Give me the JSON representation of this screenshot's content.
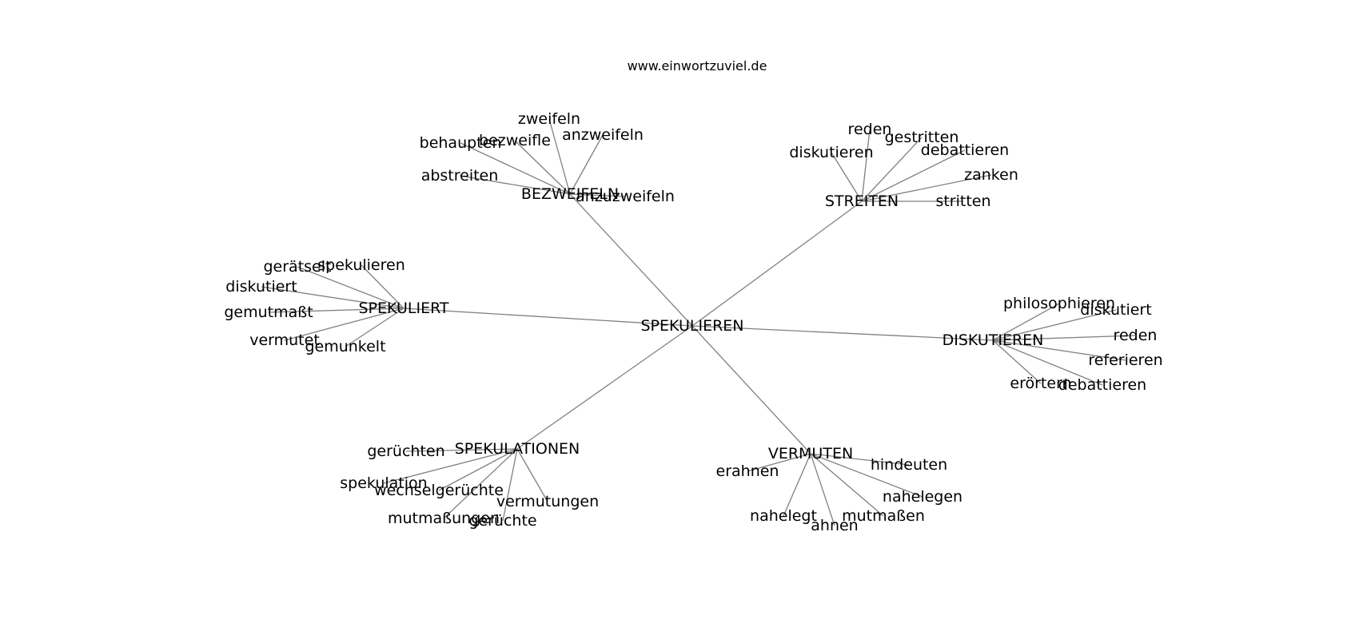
{
  "site": "www.einwortzuviel.de",
  "graph": {
    "root": "SPEKULIEREN",
    "groups": [
      {
        "hub": "BEZWEIFELN",
        "words": [
          "zweifeln",
          "anzweifeln",
          "bezweifle",
          "behaupten",
          "abstreiten",
          "anzuzweifeln"
        ]
      },
      {
        "hub": "STREITEN",
        "words": [
          "reden",
          "gestritten",
          "diskutieren",
          "debattieren",
          "zanken",
          "stritten"
        ]
      },
      {
        "hub": "SPEKULIERT",
        "words": [
          "spekulieren",
          "gerätselt",
          "diskutiert",
          "gemutmaßt",
          "vermutet",
          "gemunkelt"
        ]
      },
      {
        "hub": "DISKUTIEREN",
        "words": [
          "philosophieren",
          "diskutiert",
          "reden",
          "referieren",
          "debattieren",
          "erörtern"
        ]
      },
      {
        "hub": "SPEKULATIONEN",
        "words": [
          "gerüchten",
          "spekulation",
          "wechselgerüchte",
          "vermutungen",
          "mutmaßungen",
          "gerüchte"
        ]
      },
      {
        "hub": "VERMUTEN",
        "words": [
          "erahnen",
          "hindeuten",
          "nahelegen",
          "mutmaßen",
          "ahnen",
          "nahelegt"
        ]
      }
    ]
  }
}
